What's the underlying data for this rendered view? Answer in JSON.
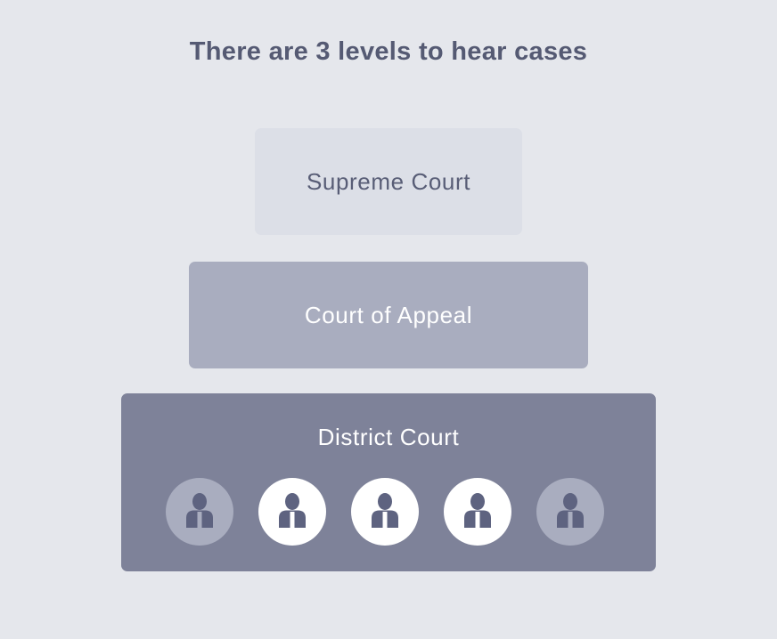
{
  "title": "There are 3 levels to hear cases",
  "levels": [
    {
      "name": "Supreme Court"
    },
    {
      "name": "Court of Appeal"
    },
    {
      "name": "District Court"
    }
  ],
  "judges": [
    {
      "active": false
    },
    {
      "active": true
    },
    {
      "active": true
    },
    {
      "active": true
    },
    {
      "active": false
    }
  ],
  "colors": {
    "background": "#e5e7ec",
    "title": "#555a73",
    "supreme": "#dcdfe7",
    "appeal": "#a9adbf",
    "district": "#7e8299",
    "judge_active": "#ffffff",
    "judge_inactive": "#a9adbf",
    "judge_figure": "#5e6380"
  }
}
